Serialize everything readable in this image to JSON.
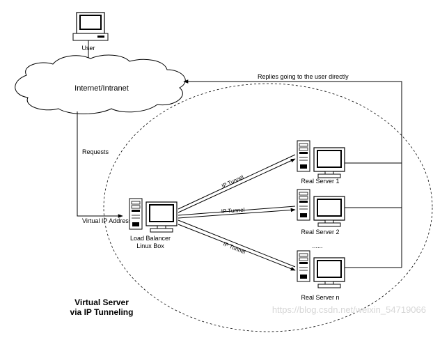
{
  "nodes": {
    "user": "User",
    "network": "Internet/Intranet",
    "load_balancer_line1": "Load Balancer",
    "load_balancer_line2": "Linux Box",
    "real_server_1": "Real Server 1",
    "real_server_2": "Real Server 2",
    "real_server_n": "Real Server n",
    "ellipsis": "......"
  },
  "edges": {
    "requests": "Requests",
    "virtual_ip": "Virtual IP Address",
    "replies": "Replies going to the user directly",
    "tunnel": "IP Tunnel"
  },
  "caption": {
    "line1": "Virtual Server",
    "line2": "via IP Tunneling"
  },
  "watermark": "https://blog.csdn.net/weixin_54719066"
}
